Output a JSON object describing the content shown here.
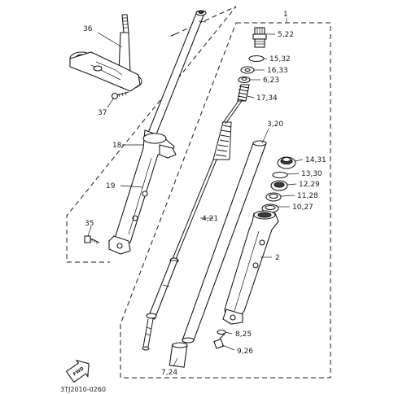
{
  "diagram": {
    "code": "3TJ2010-0260",
    "forward_mark": "FWD",
    "labels": {
      "l1": "1",
      "l2": "2",
      "l3": "3,20",
      "l4": "4,21",
      "l5": "5,22",
      "l6": "6,23",
      "l7": "7,24",
      "l8": "8,25",
      "l9": "9,26",
      "l10": "10,27",
      "l11": "11,28",
      "l12": "12,29",
      "l13": "13,30",
      "l14": "14,31",
      "l15": "15,32",
      "l16": "16,33",
      "l17": "17,34",
      "l18": "18",
      "l19": "19",
      "l35": "35",
      "l36": "36",
      "l37": "37"
    }
  }
}
